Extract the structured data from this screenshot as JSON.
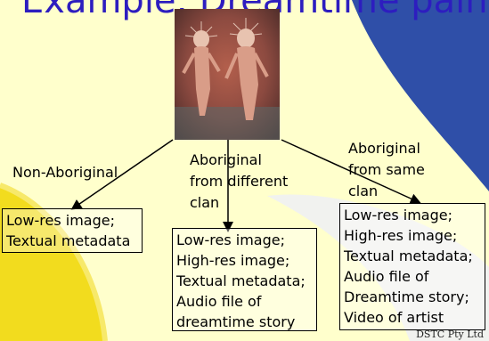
{
  "title": "Example: Dreamtime painting",
  "groups": [
    {
      "label": "Non-Aboriginal",
      "items": [
        "Low-res image;",
        "Textual metadata"
      ]
    },
    {
      "label_lines": [
        "Aboriginal",
        "from different",
        "clan"
      ],
      "items": [
        "Low-res image;",
        "High-res image;",
        "Textual metadata;",
        "Audio file of",
        "dreamtime story"
      ]
    },
    {
      "label_lines": [
        "Aboriginal",
        "from same",
        "clan"
      ],
      "items": [
        "Low-res image;",
        "High-res image;",
        "Textual metadata;",
        "Audio file of",
        "Dreamtime story;",
        "Video of artist"
      ]
    }
  ],
  "footer": "DSTC Pty Ltd",
  "colors": {
    "background": "#ffffcc",
    "title": "#2d1dbf",
    "yellow_shape": "#f2dc1e",
    "blue_shape": "#2f4fa8"
  }
}
